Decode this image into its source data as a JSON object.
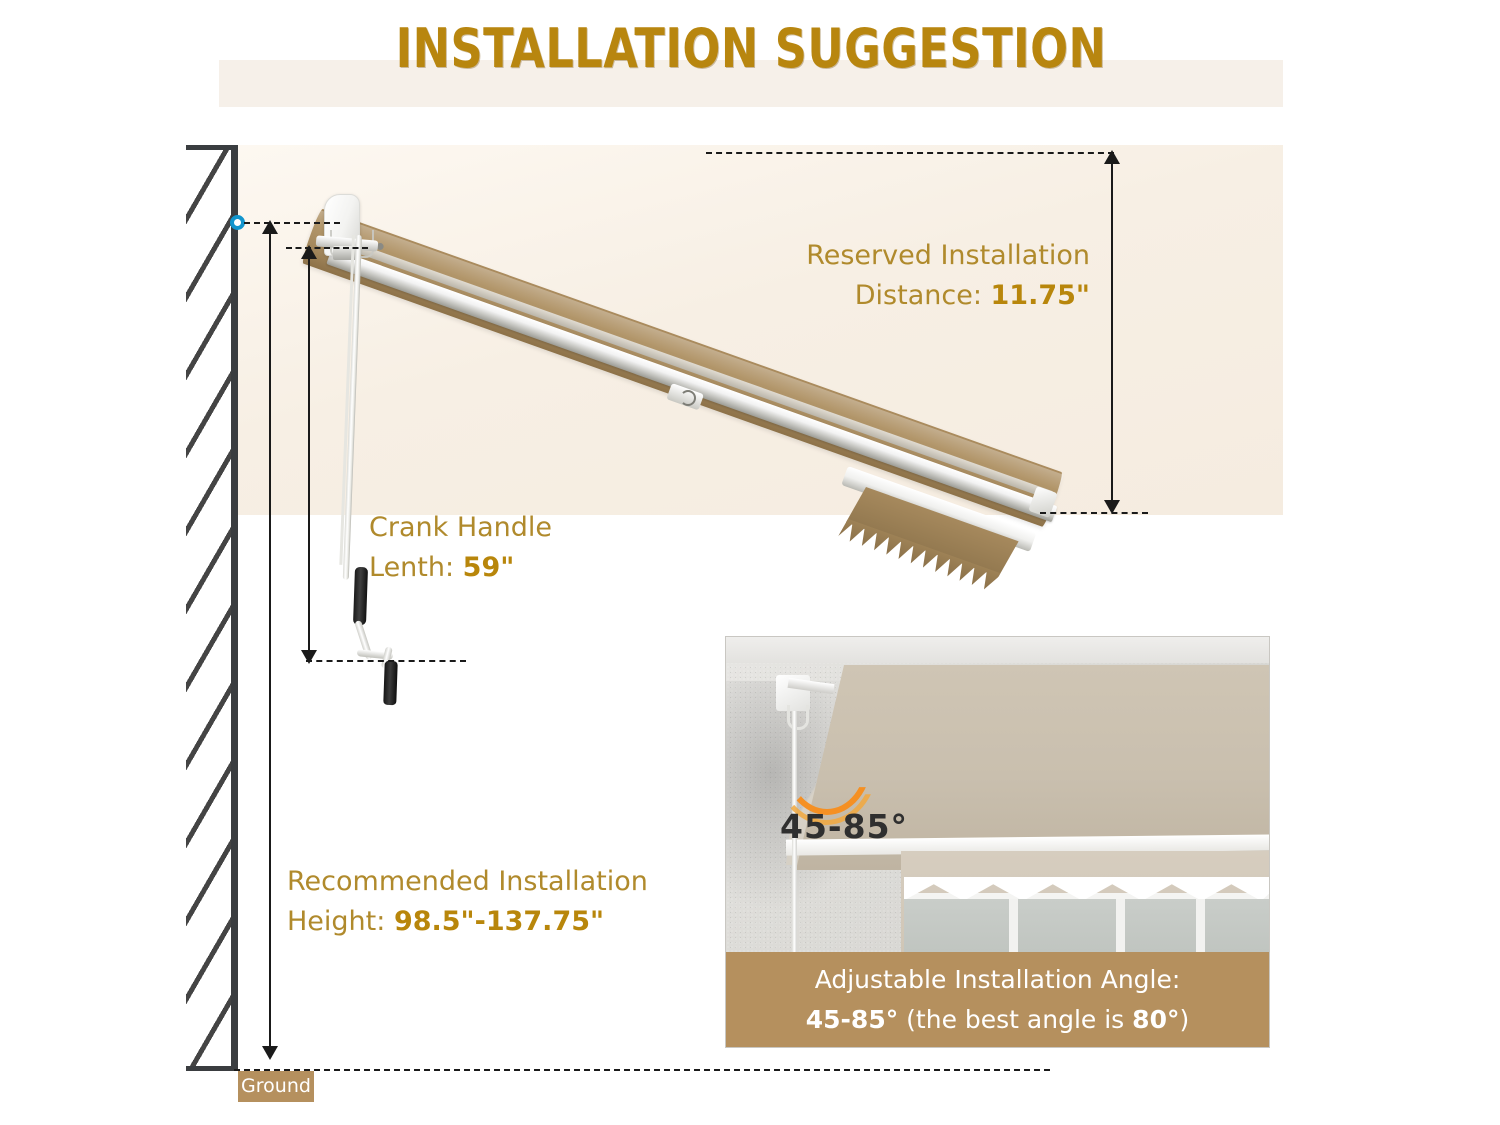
{
  "header": {
    "title": "INSTALLATION SUGGESTION",
    "title_color": "#b8860f",
    "band_color": "#f6f0e9"
  },
  "callouts": {
    "reserved_distance": {
      "line1": "Reserved Installation",
      "line2_prefix": "Distance: ",
      "line2_value": "11.75\""
    },
    "crank_handle": {
      "line1": "Crank Handle",
      "line2_prefix": "Lenth: ",
      "line2_value": "59\""
    },
    "recommended_height": {
      "line1": "Recommended Installation",
      "line2_prefix": "Height: ",
      "line2_value": "98.5\"-137.75\""
    },
    "label_color": "#b08a2c",
    "value_color": "#b8860b"
  },
  "ground": {
    "label": "Ground",
    "tag_color": "#b5905e"
  },
  "photo_panel": {
    "angle_overlay": "45-85°",
    "angle_overlay_color": "#2f2f2f",
    "arc_color": "#f59023",
    "banner": {
      "line1": "Adjustable Installation Angle:",
      "line2_range": "45-85°",
      "line2_mid": " (the best angle is ",
      "line2_best": "80°",
      "line2_end": ")",
      "background": "#b5905e",
      "text_color": "#ffffff"
    }
  },
  "diagram": {
    "marker_color": "#1295cd",
    "wall_hatch_color": "#444444",
    "dimension_line_color": "#1a1a1a",
    "fabric_color": "#a98a5c",
    "panel_background": "#faf4ec"
  }
}
